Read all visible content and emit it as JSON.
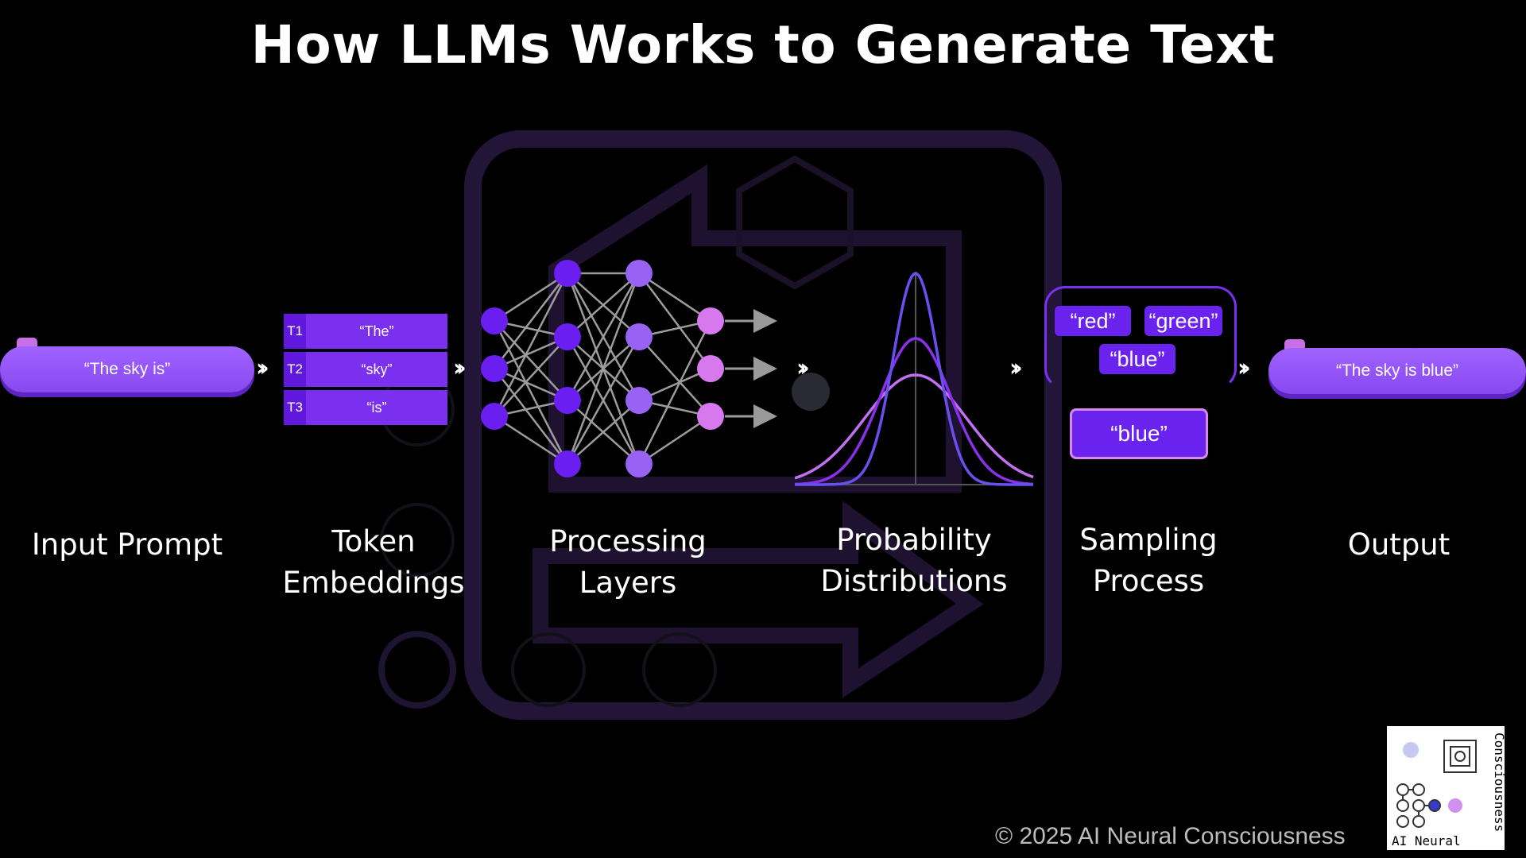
{
  "title": "How LLMs Works to Generate Text",
  "input_prompt": {
    "text": "“The sky is”"
  },
  "tokens": [
    {
      "id": "T1",
      "text": "“The”"
    },
    {
      "id": "T2",
      "text": "“sky”"
    },
    {
      "id": "T3",
      "text": "“is”"
    }
  ],
  "sampling": {
    "candidates": [
      "“red”",
      "“green”",
      "“blue”"
    ],
    "selected": "“blue”"
  },
  "output": {
    "text": "“The sky is blue”"
  },
  "stages": [
    {
      "line1": "Input Prompt",
      "line2": ""
    },
    {
      "line1": "Token",
      "line2": "Embeddings"
    },
    {
      "line1": "Processing",
      "line2": "Layers"
    },
    {
      "line1": "Probability",
      "line2": "Distributions"
    },
    {
      "line1": "Sampling",
      "line2": "Process"
    },
    {
      "line1": "Output",
      "line2": ""
    }
  ],
  "footer": "© 2025  AI Neural Consciousness",
  "logo": {
    "line1": "AI Neural",
    "line2": "Consciousness"
  },
  "colors": {
    "background": "#000000",
    "accent": "#7b30f0",
    "pill": "#9a5cfc",
    "node_dark": "#6a1ef0",
    "node_mid": "#9a62f4",
    "node_light": "#d878ee"
  }
}
